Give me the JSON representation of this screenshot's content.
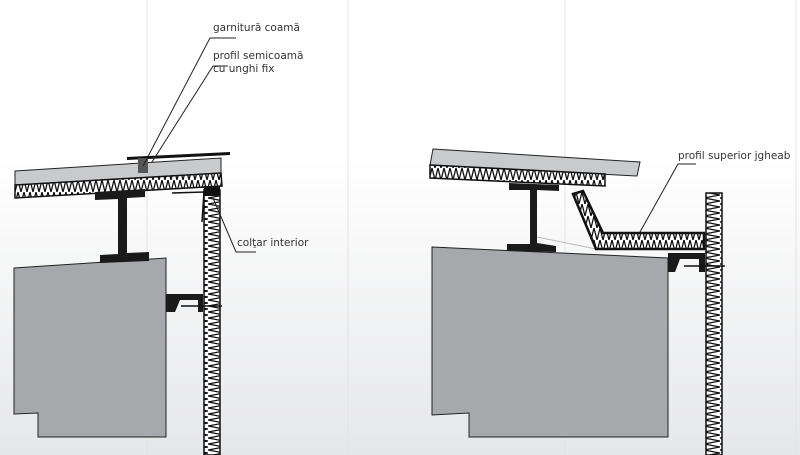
{
  "left_detail": {
    "labels": {
      "ridge_seal": "garnitură coamă",
      "half_ridge_profile_line1": "profil semicoamă",
      "half_ridge_profile_line2": "cu unghi fix",
      "inner_corner": "colţar interior"
    }
  },
  "right_detail": {
    "labels": {
      "gutter_top_profile": "profil superior jgheab"
    }
  },
  "colors": {
    "beam": "#a7a8ab",
    "panel": "#c9cacc",
    "steel": "#1a1a1a"
  }
}
